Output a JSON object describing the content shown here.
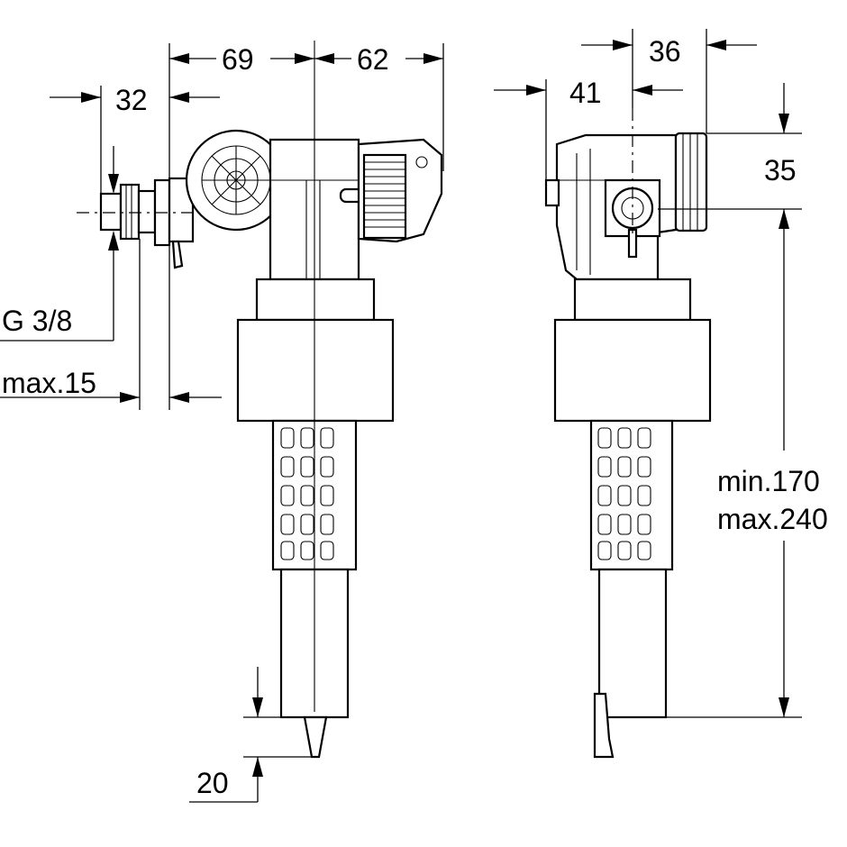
{
  "drawing": {
    "front_view": {
      "dim_overall_left": "69",
      "dim_overall_right": "62",
      "dim_inlet_offset": "32",
      "thread_label": "G 3/8",
      "wall_thickness_label": "max.15",
      "bottom_offset": "20"
    },
    "side_view": {
      "dim_top_offset": "36",
      "dim_depth": "41",
      "dim_head_height": "35",
      "height_min": "min.170",
      "height_max": "max.240"
    }
  }
}
